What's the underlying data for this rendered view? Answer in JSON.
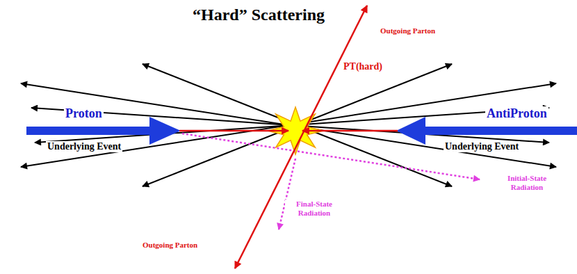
{
  "diagram": {
    "title": "“Hard” Scattering",
    "labels": [
      "Proton",
      "AntiProton",
      "Underlying Event",
      "Underlying Event",
      "Outgoing Parton",
      "PT(hard)",
      "Outgoing Parton",
      "Initial-State Radiation",
      "Final-State Radiation"
    ]
  }
}
